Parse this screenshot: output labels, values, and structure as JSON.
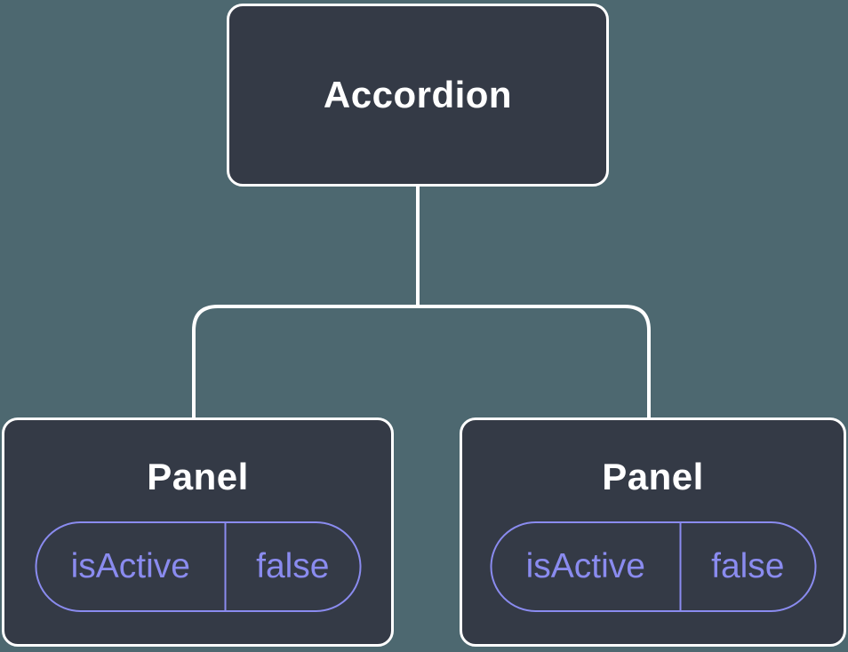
{
  "colors": {
    "background": "#4d6870",
    "node_fill": "#343a46",
    "node_border": "#ffffff",
    "accent_purple": "#8a8bef",
    "title_text": "#ffffff"
  },
  "tree": {
    "root": {
      "label": "Accordion"
    },
    "children": [
      {
        "label": "Panel",
        "state": {
          "name": "isActive",
          "value": "false"
        }
      },
      {
        "label": "Panel",
        "state": {
          "name": "isActive",
          "value": "false"
        }
      }
    ]
  }
}
